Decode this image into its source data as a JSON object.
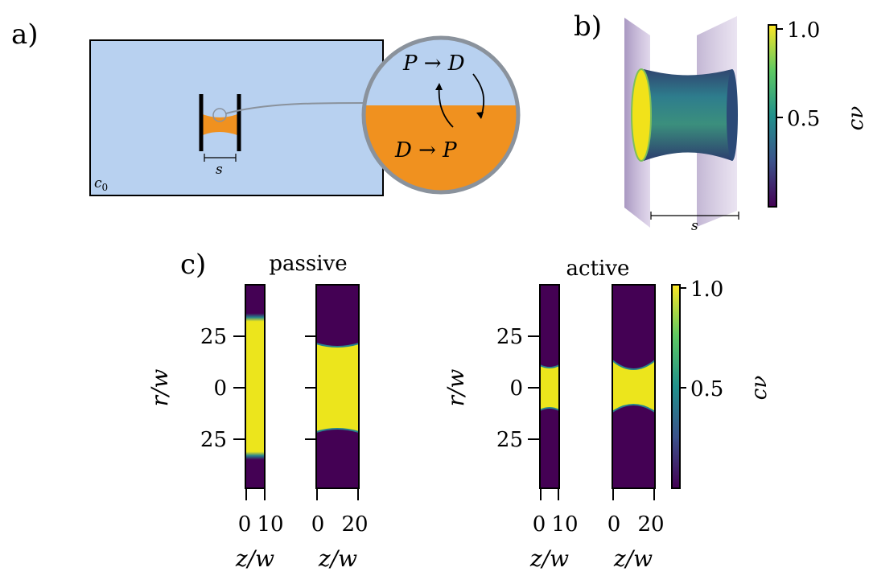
{
  "panel_a": {
    "label": "a)",
    "concentration_label": "c",
    "concentration_sub": "0",
    "spacing_label": "s",
    "reaction_top": "P → D",
    "reaction_bottom": "D → P",
    "colors": {
      "bath": "#b8d1f0",
      "droplet": "#f0911f",
      "frame": "#8a929c"
    }
  },
  "panel_b": {
    "label": "b)",
    "spacing_label": "s",
    "colorbar": {
      "ticks": [
        "1.0",
        "0.5"
      ],
      "label": "cν"
    },
    "colors": {
      "plate": "#9b84b8",
      "cylinder": "#2f7f8a",
      "cap": "#f1e21a"
    }
  },
  "panel_c": {
    "label": "c)",
    "titles": [
      "passive",
      "active"
    ],
    "ylabel": "r/w",
    "xlabel": "z/w",
    "y_ticks": [
      "25",
      "0",
      "25"
    ],
    "x_ticks_narrow": [
      "0",
      "10"
    ],
    "x_ticks_wide": [
      "0",
      "20"
    ],
    "colorbar": {
      "ticks": [
        "1.0",
        "0.5"
      ],
      "label": "cν"
    },
    "colors": {
      "low": "#440154",
      "high": "#ece51c"
    }
  }
}
